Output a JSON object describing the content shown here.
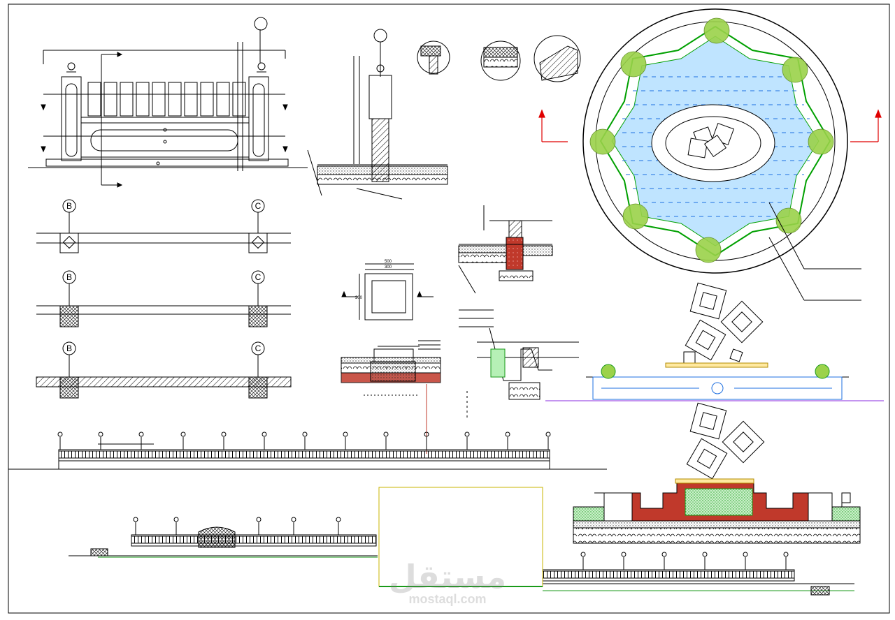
{
  "drawing": {
    "callouts": {
      "section_b_1": "B",
      "section_c_1": "C",
      "section_b_2": "B",
      "section_c_2": "C",
      "section_b_3": "B",
      "section_c_3": "C"
    },
    "dims": {
      "top": "500",
      "top_inner": "300",
      "side": "300"
    }
  },
  "watermark": {
    "arabic": "مستقل",
    "latin": "mostaql.com"
  },
  "colors": {
    "line": "#000000",
    "fountain_ring": "#00a000",
    "water": "#bfe4ff",
    "water_dash": "#1e6fe0",
    "brick": "#c0392b",
    "planting": "#9bd24a",
    "section_arrow": "#e00000",
    "ground_line": "#8a2be2"
  }
}
